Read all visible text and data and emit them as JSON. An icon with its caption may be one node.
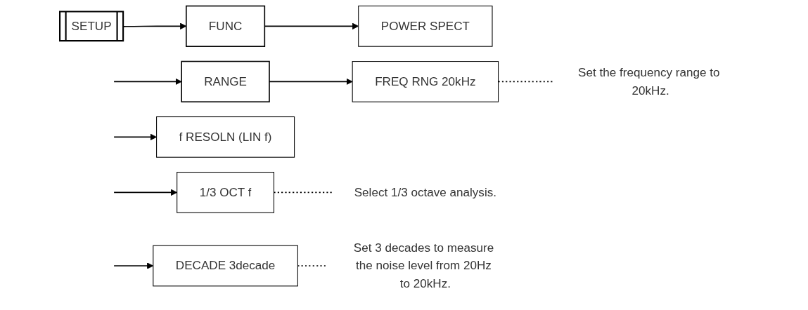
{
  "diagram": {
    "nodes": [
      {
        "text": [
          "SETUP"
        ]
      },
      {
        "text": [
          "FUNC"
        ]
      },
      {
        "text": [
          "POWER SPECT"
        ]
      },
      {
        "text": [
          "RANGE"
        ]
      },
      {
        "text": [
          "FREQ RNG 20kHz"
        ]
      },
      {
        "text": [
          "Set the frequency range to 20kHz."
        ]
      },
      {
        "text": [
          "f RESOLN (LIN f)"
        ]
      },
      {
        "text": [
          "1/3 OCT f"
        ]
      },
      {
        "text": [
          "Select 1/3 octave analysis."
        ]
      },
      {
        "text": [
          "DECADE 3decade"
        ]
      },
      {
        "text": [
          "Set 3 decades to measure the noise level from 20Hz to 20kHz."
        ]
      }
    ],
    "edges": [
      {
        "from": 0,
        "to": 1,
        "arrow": "to"
      },
      {
        "from": 1,
        "to": 2,
        "arrow": "to"
      },
      {
        "from": null,
        "to": 3,
        "arrow": "to"
      },
      {
        "from": 3,
        "to": 4,
        "arrow": "to"
      },
      {
        "from": 4,
        "to": 5,
        "arrow": "none",
        "style": "dashed"
      },
      {
        "from": null,
        "to": 6,
        "arrow": "to"
      },
      {
        "from": null,
        "to": 7,
        "arrow": "to"
      },
      {
        "from": 7,
        "to": 8,
        "arrow": "none",
        "style": "dashed"
      },
      {
        "from": null,
        "to": 9,
        "arrow": "to"
      },
      {
        "from": 9,
        "to": 10,
        "arrow": "none",
        "style": "dashed"
      }
    ]
  }
}
